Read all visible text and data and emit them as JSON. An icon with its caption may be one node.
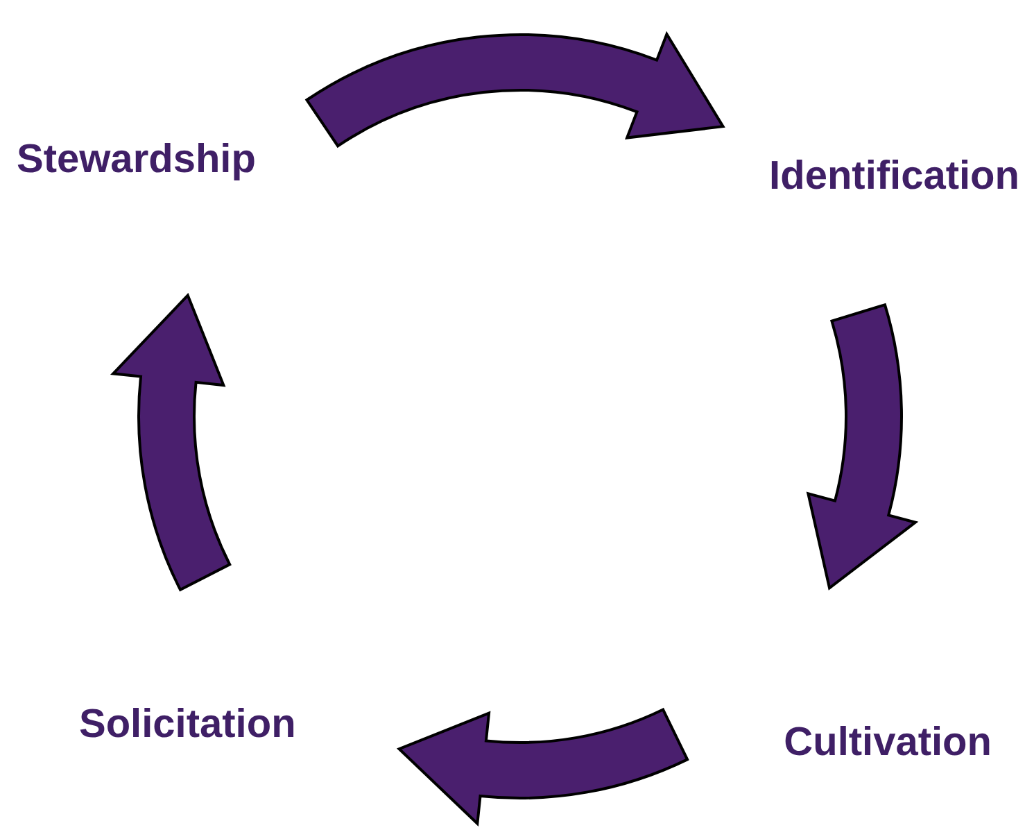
{
  "diagram": {
    "nodes": [
      {
        "text": [
          "Stewardship"
        ]
      },
      {
        "text": [
          "Identification"
        ]
      },
      {
        "text": [
          "Cultivation"
        ]
      },
      {
        "text": [
          "Solicitation"
        ]
      }
    ],
    "edges": [
      {
        "from": 0,
        "to": 1,
        "arrow": "to"
      },
      {
        "from": 1,
        "to": 2,
        "arrow": "to"
      },
      {
        "from": 2,
        "to": 3,
        "arrow": "to"
      },
      {
        "from": 3,
        "to": 0,
        "arrow": "to"
      }
    ]
  }
}
